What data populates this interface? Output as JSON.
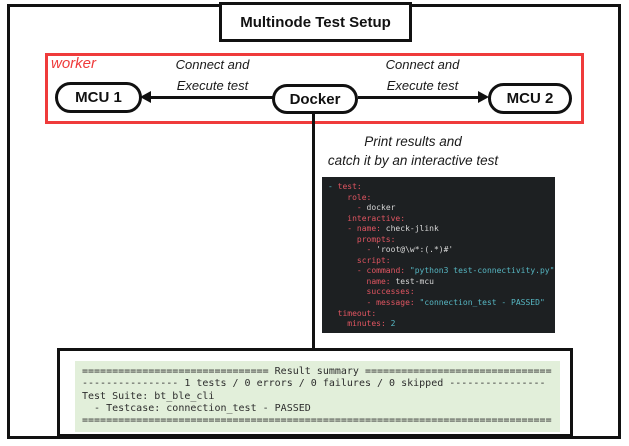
{
  "diagram": {
    "title": "Multinode Test Setup",
    "worker_box_label": "worker",
    "nodes": {
      "mcu1": "MCU 1",
      "docker": "Docker",
      "mcu2": "MCU 2"
    },
    "left_edge": {
      "line1": "Connect and",
      "line2": "Execute test"
    },
    "right_edge": {
      "line1": "Connect and",
      "line2": "Execute test"
    },
    "note": {
      "line1": "Print results and",
      "line2": "catch it by an interactive test"
    }
  },
  "code_block": {
    "background": "#1d2022",
    "palette": {
      "red": "#e05561",
      "white": "#d6d6d6",
      "cyan": "#56b6c2"
    },
    "lines": [
      [
        {
          "t": "- ",
          "c": "cyan"
        },
        {
          "t": "test:",
          "c": "red"
        }
      ],
      [
        {
          "t": "    ",
          "c": "white"
        },
        {
          "t": "role:",
          "c": "red"
        }
      ],
      [
        {
          "t": "      ",
          "c": "white"
        },
        {
          "t": "- ",
          "c": "red"
        },
        {
          "t": "docker",
          "c": "white"
        }
      ],
      [
        {
          "t": "    ",
          "c": "white"
        },
        {
          "t": "interactive:",
          "c": "red"
        }
      ],
      [
        {
          "t": "    ",
          "c": "white"
        },
        {
          "t": "- name:",
          "c": "red"
        },
        {
          "t": " check-jlink",
          "c": "white"
        }
      ],
      [
        {
          "t": "      ",
          "c": "white"
        },
        {
          "t": "prompts:",
          "c": "red"
        }
      ],
      [
        {
          "t": "        ",
          "c": "white"
        },
        {
          "t": "- ",
          "c": "red"
        },
        {
          "t": "'root@\\w*:(.*)#'",
          "c": "white"
        }
      ],
      [
        {
          "t": "      ",
          "c": "white"
        },
        {
          "t": "script:",
          "c": "red"
        }
      ],
      [
        {
          "t": "      ",
          "c": "white"
        },
        {
          "t": "- command:",
          "c": "red"
        },
        {
          "t": " ",
          "c": "white"
        },
        {
          "t": "\"python3 test-connectivity.py\"",
          "c": "cyan"
        }
      ],
      [
        {
          "t": "        ",
          "c": "white"
        },
        {
          "t": "name:",
          "c": "red"
        },
        {
          "t": " test-mcu",
          "c": "white"
        }
      ],
      [
        {
          "t": "        ",
          "c": "white"
        },
        {
          "t": "successes:",
          "c": "red"
        }
      ],
      [
        {
          "t": "        ",
          "c": "white"
        },
        {
          "t": "- message:",
          "c": "red"
        },
        {
          "t": " ",
          "c": "white"
        },
        {
          "t": "\"connection_test - PASSED\"",
          "c": "cyan"
        }
      ],
      [
        {
          "t": "  ",
          "c": "white"
        },
        {
          "t": "timeout:",
          "c": "red"
        }
      ],
      [
        {
          "t": "    ",
          "c": "white"
        },
        {
          "t": "minutes:",
          "c": "red"
        },
        {
          "t": " ",
          "c": "white"
        },
        {
          "t": "2",
          "c": "cyan"
        }
      ]
    ]
  },
  "terminal": {
    "background": "#e2efda",
    "lines": [
      "=============================== Result summary ===============================",
      "---------------- 1 tests / 0 errors / 0 failures / 0 skipped ----------------",
      "Test Suite: bt_ble_cli",
      "  - Testcase: connection_test - PASSED",
      "=============================================================================="
    ]
  },
  "colors": {
    "worker_border": "#ef3b3b",
    "line": "#111111"
  }
}
